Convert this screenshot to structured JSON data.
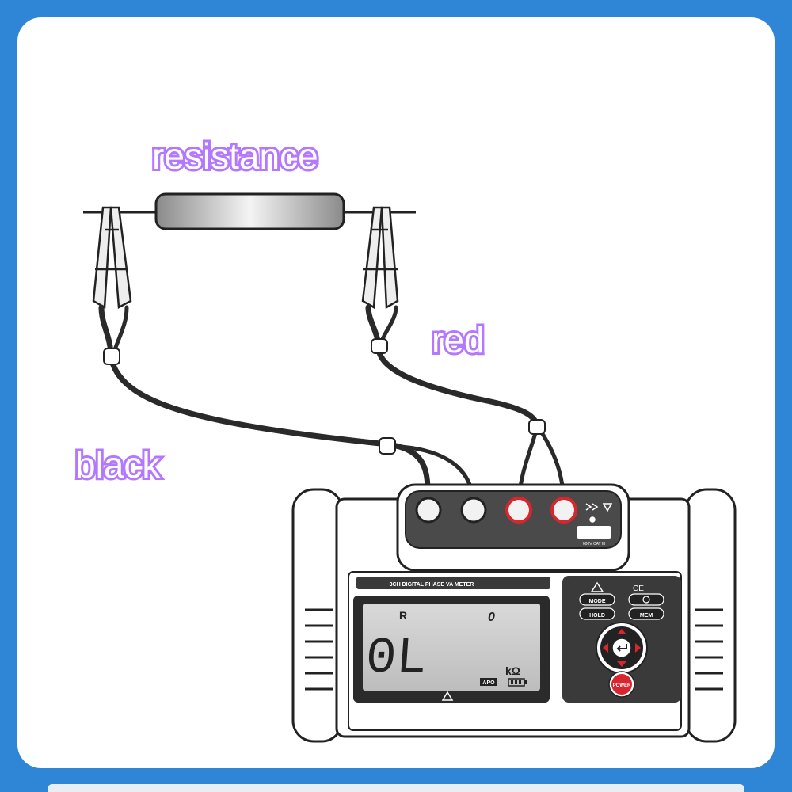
{
  "labels": {
    "resistance": "resistance",
    "red": "red",
    "black": "black"
  },
  "meter": {
    "panel_title": "3CH DIGITAL PHASE VA METER",
    "mode_indicator": "R",
    "small_digit": "0",
    "main_reading": "0L",
    "unit": "kΩ",
    "apo_label": "APO",
    "buttons": {
      "mode": "MODE",
      "hold": "HOLD",
      "mem": "MEM",
      "power": "POWER"
    },
    "ce_mark": "CE",
    "port_badge": "600V CAT III"
  },
  "colors": {
    "background": "#2f86d6",
    "label_glow": "#b477ff",
    "red_terminal": "#d8262f",
    "power_button": "#d8262f",
    "lcd_bg": "#cfcfcf"
  }
}
